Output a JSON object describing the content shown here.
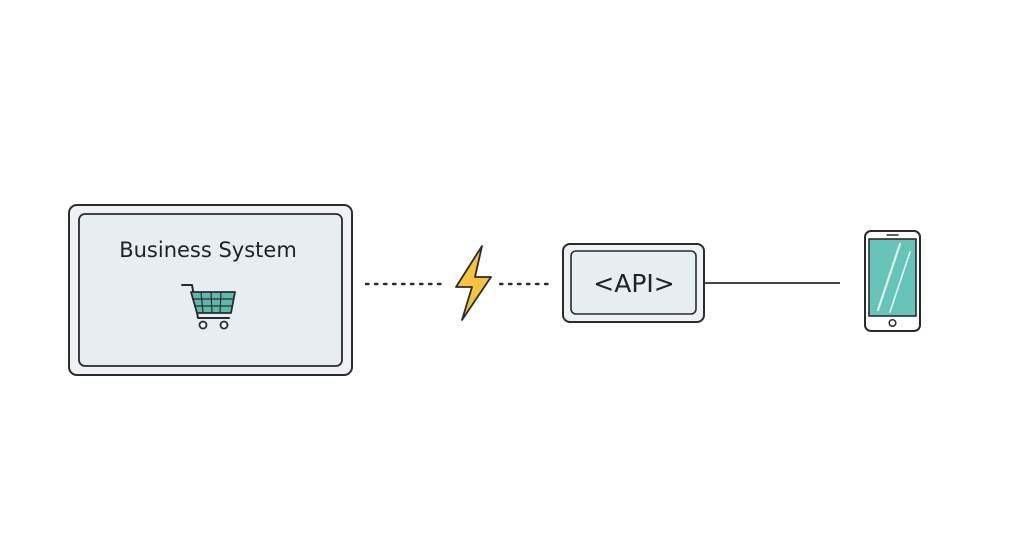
{
  "diagram": {
    "business_system": {
      "label": "Business System",
      "icon": "shopping-cart-icon"
    },
    "connector_left": {
      "style": "dotted",
      "icon": "lightning-bolt-icon"
    },
    "api": {
      "label": "<API>"
    },
    "connector_right": {
      "style": "solid"
    },
    "device": {
      "icon": "smartphone-icon"
    }
  },
  "colors": {
    "box_fill": "#e6edf3",
    "box_outer_fill": "#eef2f6",
    "stroke": "#2b2b2b",
    "cart_teal": "#5fb8ad",
    "bolt_yellow": "#f5c242",
    "phone_screen": "#66c4b8"
  }
}
